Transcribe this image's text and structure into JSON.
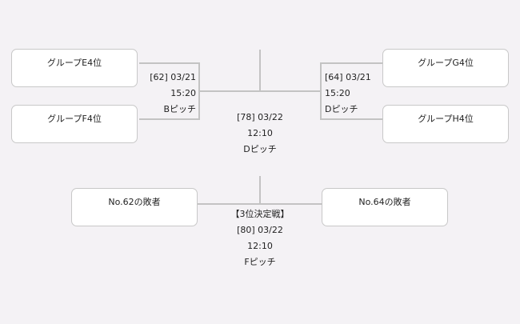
{
  "teams": {
    "e4": "グループE4位",
    "f4": "グループF4位",
    "g4": "グループG4位",
    "h4": "グループH4位",
    "l62": "No.62の敗者",
    "l64": "No.64の敗者"
  },
  "matches": {
    "m62": {
      "id": "[62] 03/21",
      "time": "15:20",
      "pitch": "Bピッチ"
    },
    "m64": {
      "id": "[64] 03/21",
      "time": "15:20",
      "pitch": "Dピッチ"
    },
    "m78": {
      "id": "[78] 03/22",
      "time": "12:10",
      "pitch": "Dピッチ"
    },
    "m80": {
      "title": "【3位決定戦】",
      "id": "[80] 03/22",
      "time": "12:10",
      "pitch": "Fピッチ"
    }
  }
}
